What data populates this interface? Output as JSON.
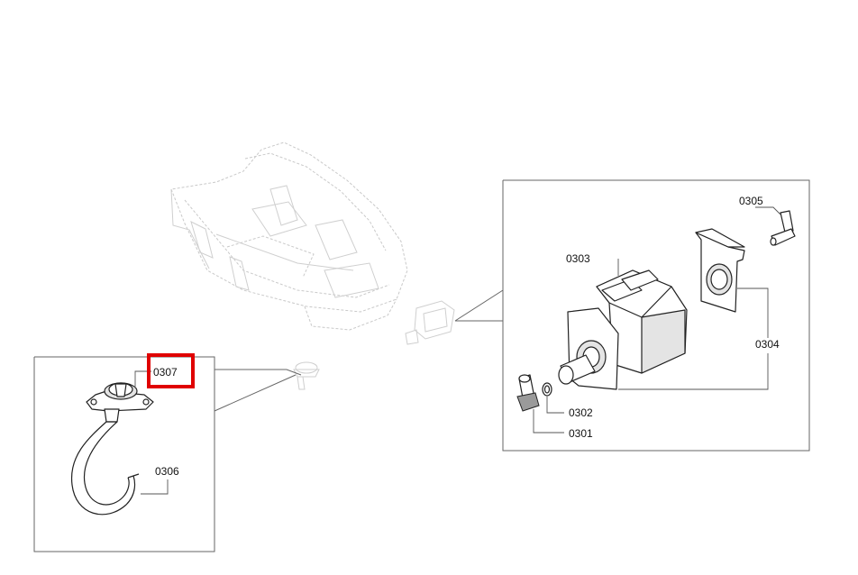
{
  "highlight_color": "#e00000",
  "callouts": {
    "c0301": "0301",
    "c0302": "0302",
    "c0303": "0303",
    "c0304": "0304",
    "c0305": "0305",
    "c0306": "0306",
    "c0307": "0307"
  },
  "highlighted_callout": "0307"
}
